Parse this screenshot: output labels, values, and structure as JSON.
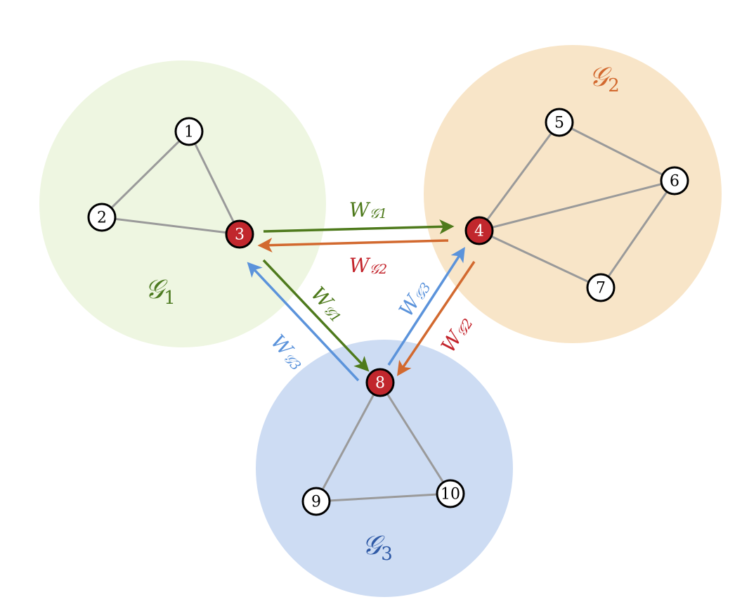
{
  "groups": [
    {
      "id": "g1",
      "label": "𝒢",
      "subscript": "1",
      "fill": "#eef6e1",
      "label_color": "#4c7a20"
    },
    {
      "id": "g2",
      "label": "𝒢",
      "subscript": "2",
      "fill": "#f8e5c8",
      "label_color": "#d2692f"
    },
    {
      "id": "g3",
      "label": "𝒢",
      "subscript": "3",
      "fill": "#cddcf3",
      "label_color": "#2f5aa6"
    }
  ],
  "nodes": [
    {
      "id": "1",
      "label": "1",
      "shared": false
    },
    {
      "id": "2",
      "label": "2",
      "shared": false
    },
    {
      "id": "3",
      "label": "3",
      "shared": true
    },
    {
      "id": "4",
      "label": "4",
      "shared": true
    },
    {
      "id": "5",
      "label": "5",
      "shared": false
    },
    {
      "id": "6",
      "label": "6",
      "shared": false
    },
    {
      "id": "7",
      "label": "7",
      "shared": false
    },
    {
      "id": "8",
      "label": "8",
      "shared": true
    },
    {
      "id": "9",
      "label": "9",
      "shared": false
    },
    {
      "id": "10",
      "label": "10",
      "shared": false
    }
  ],
  "edges": [
    [
      "1",
      "2"
    ],
    [
      "1",
      "3"
    ],
    [
      "2",
      "3"
    ],
    [
      "4",
      "5"
    ],
    [
      "5",
      "6"
    ],
    [
      "4",
      "6"
    ],
    [
      "6",
      "7"
    ],
    [
      "4",
      "7"
    ],
    [
      "8",
      "9"
    ],
    [
      "8",
      "10"
    ],
    [
      "9",
      "10"
    ]
  ],
  "arrows": [
    {
      "from": "3",
      "to": "4",
      "label": "W",
      "subscript": "𝒢1",
      "color": "#4e7a1c",
      "label_color": "#4e7a1c"
    },
    {
      "from": "4",
      "to": "3",
      "label": "W",
      "subscript": "𝒢2",
      "color": "#d2692f",
      "label_color": "#c3242c"
    },
    {
      "from": "3",
      "to": "8",
      "label": "W",
      "subscript": "𝒢1",
      "color": "#4e7a1c",
      "label_color": "#4e7a1c"
    },
    {
      "from": "8",
      "to": "3",
      "label": "W",
      "subscript": "𝒢3",
      "color": "#5b93db",
      "label_color": "#5b93db"
    },
    {
      "from": "8",
      "to": "4",
      "label": "W",
      "subscript": "𝒢3",
      "color": "#5b93db",
      "label_color": "#5b93db"
    },
    {
      "from": "4",
      "to": "8",
      "label": "W",
      "subscript": "𝒢2",
      "color": "#d2692f",
      "label_color": "#c3242c"
    }
  ],
  "colors": {
    "shared_node_fill": "#c1272d",
    "shared_node_text": "#ffffff",
    "plain_node_fill": "#ffffff",
    "plain_node_text": "#000000",
    "edge": "#9a9a9a"
  }
}
